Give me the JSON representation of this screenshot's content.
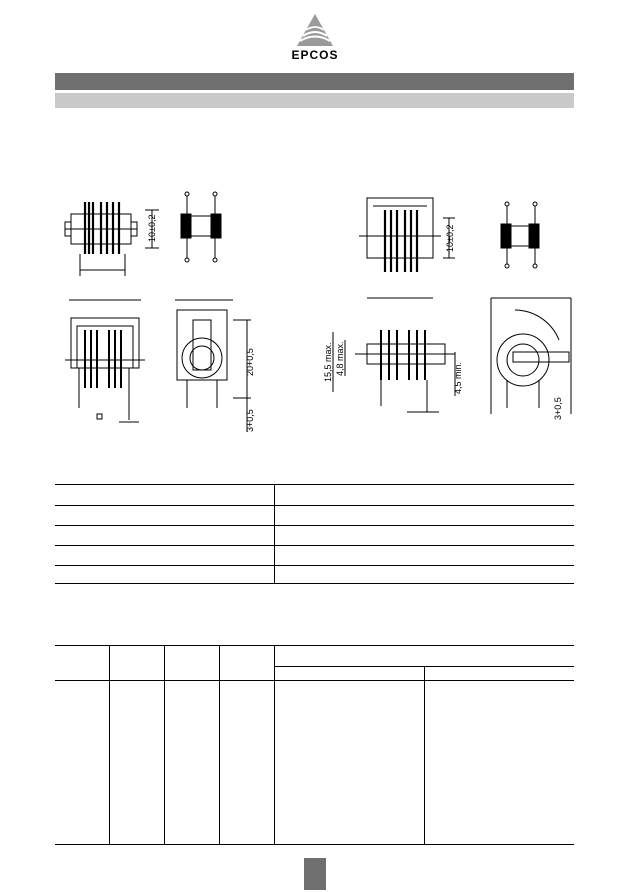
{
  "header": {
    "logo_text": "EPCOS"
  },
  "dimensions": {
    "d1": "10±0,2",
    "d2": "10±0,2",
    "d3": "20+0,5",
    "d4": "3+0,5",
    "d5": "15,5 max.",
    "d6": "4,8 max.",
    "d7": "4,5 min.",
    "d8": "3+0,5"
  },
  "colors": {
    "bar_dark": "#6f6f6f",
    "bar_light": "#c9c9c9"
  }
}
